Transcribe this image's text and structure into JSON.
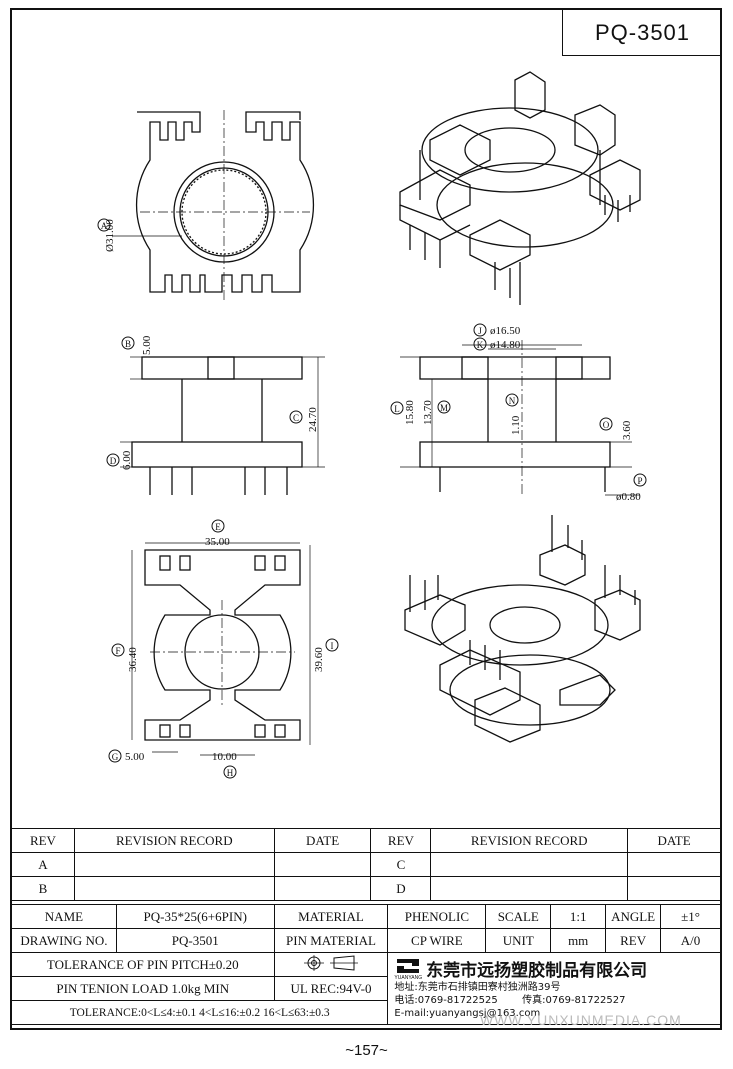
{
  "part_number": "PQ-3501",
  "page_number": "~157~",
  "watermark": "WWW.YUNXUNMEDIA.COM",
  "dimensions": {
    "A": {
      "callout": "A",
      "value": "Ø31.00"
    },
    "B": {
      "callout": "B",
      "value": "5.00"
    },
    "C": {
      "callout": "C",
      "value": "24.70"
    },
    "D": {
      "callout": "D",
      "value": "6.00"
    },
    "E": {
      "callout": "E",
      "value": "35.00"
    },
    "F": {
      "callout": "F",
      "value": "36.40"
    },
    "G": {
      "callout": "G",
      "value": "5.00"
    },
    "H": {
      "callout": "H",
      "value": "10.00"
    },
    "I": {
      "callout": "I",
      "value": "39.60"
    },
    "J": {
      "callout": "J",
      "value": "ø16.50"
    },
    "K": {
      "callout": "K",
      "value": "ø14.80"
    },
    "L": {
      "callout": "L",
      "value": "15.80"
    },
    "M": {
      "callout": "M",
      "value": "13.70"
    },
    "N": {
      "callout": "N",
      "value": "1.10"
    },
    "O": {
      "callout": "O",
      "value": "3.60"
    },
    "P": {
      "callout": "P",
      "value": "ø0.80"
    }
  },
  "revision": {
    "headers": [
      "REV",
      "REVISION RECORD",
      "DATE",
      "REV",
      "REVISION RECORD",
      "DATE"
    ],
    "rows": [
      [
        "A",
        "",
        "",
        "C",
        "",
        ""
      ],
      [
        "B",
        "",
        "",
        "D",
        "",
        ""
      ]
    ]
  },
  "info": {
    "name_label": "NAME",
    "name_value": "PQ-35*25(6+6PIN)",
    "material_label": "MATERIAL",
    "material_value": "PHENOLIC",
    "scale_label": "SCALE",
    "scale_value": "1:1",
    "angle_label": "ANGLE",
    "angle_value": "±1°",
    "drawing_no_label": "DRAWING NO.",
    "drawing_no_value": "PQ-3501",
    "pin_material_label": "PIN MATERIAL",
    "pin_material_value": "CP WIRE",
    "unit_label": "UNIT",
    "unit_value": "mm",
    "rev_label": "REV",
    "rev_value": "A/0",
    "tolerance_pitch": "TOLERANCE OF PIN PITCH±0.20",
    "pin_tension": "PIN TENION LOAD 1.0kg MIN",
    "ul_rec": "UL REC:94V-0",
    "tolerance_general": "TOLERANCE:0<L≤4:±0.1  4<L≤16:±0.2  16<L≤63:±0.3"
  },
  "company": {
    "logo_text": "YUANYANG",
    "name": "东莞市远扬塑胶制品有限公司",
    "address": "地址:东莞市石排镇田寮村独洲路39号",
    "phone": "电话:0769-81722525",
    "fax": "传真:0769-81722527",
    "email": "E-mail:yuanyangsj@163.com"
  }
}
